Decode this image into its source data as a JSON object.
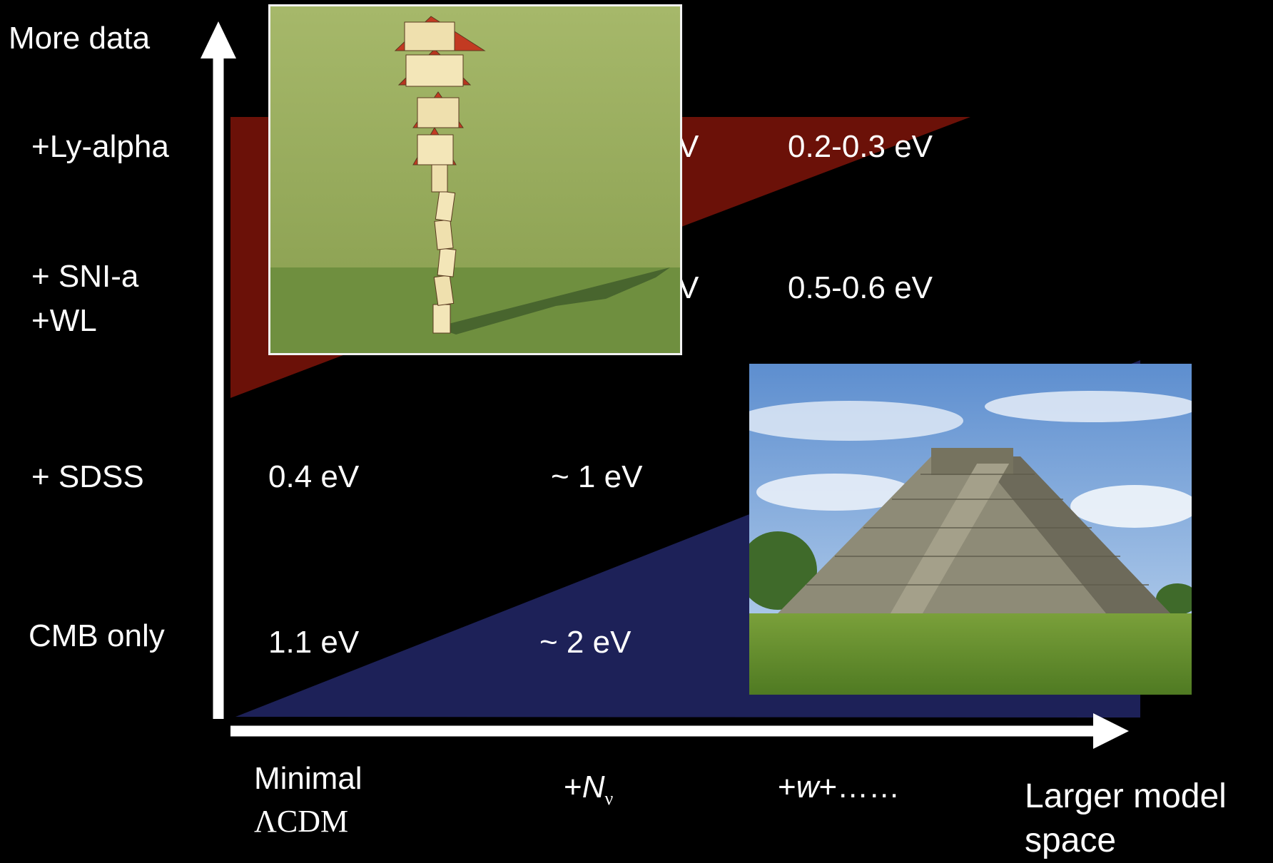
{
  "axes": {
    "y_label": "More data",
    "x_label_line1": "Larger model",
    "x_label_line2": "space"
  },
  "rows": {
    "lya": "+Ly-alpha",
    "sni_line1": "+ SNI-a",
    "sni_line2": "+WL",
    "sdss": "+ SDSS",
    "cmb": "CMB only"
  },
  "columns": {
    "minimal_line1": "Minimal",
    "minimal_line2": "ΛCDM",
    "nnu_prefix": "+",
    "nnu_symbol": "N",
    "nnu_sub": "ν",
    "w_prefix": "+",
    "w_symbol": "w",
    "w_suffix": "+……"
  },
  "values": {
    "lya_col2_partial": "V",
    "lya_col3": "0.2-0.3 eV",
    "sni_col2_partial": "V",
    "sni_col3": "0.5-0.6 eV",
    "sdss_col1": "0.4 eV",
    "sdss_col2": "~ 1 eV",
    "cmb_col1": "1.1 eV",
    "cmb_col2": "~ 2 eV"
  },
  "colors": {
    "red_wedge": "#6b1108",
    "blue_wedge": "#1d2158",
    "axis": "#ffffff",
    "background": "#000000"
  }
}
